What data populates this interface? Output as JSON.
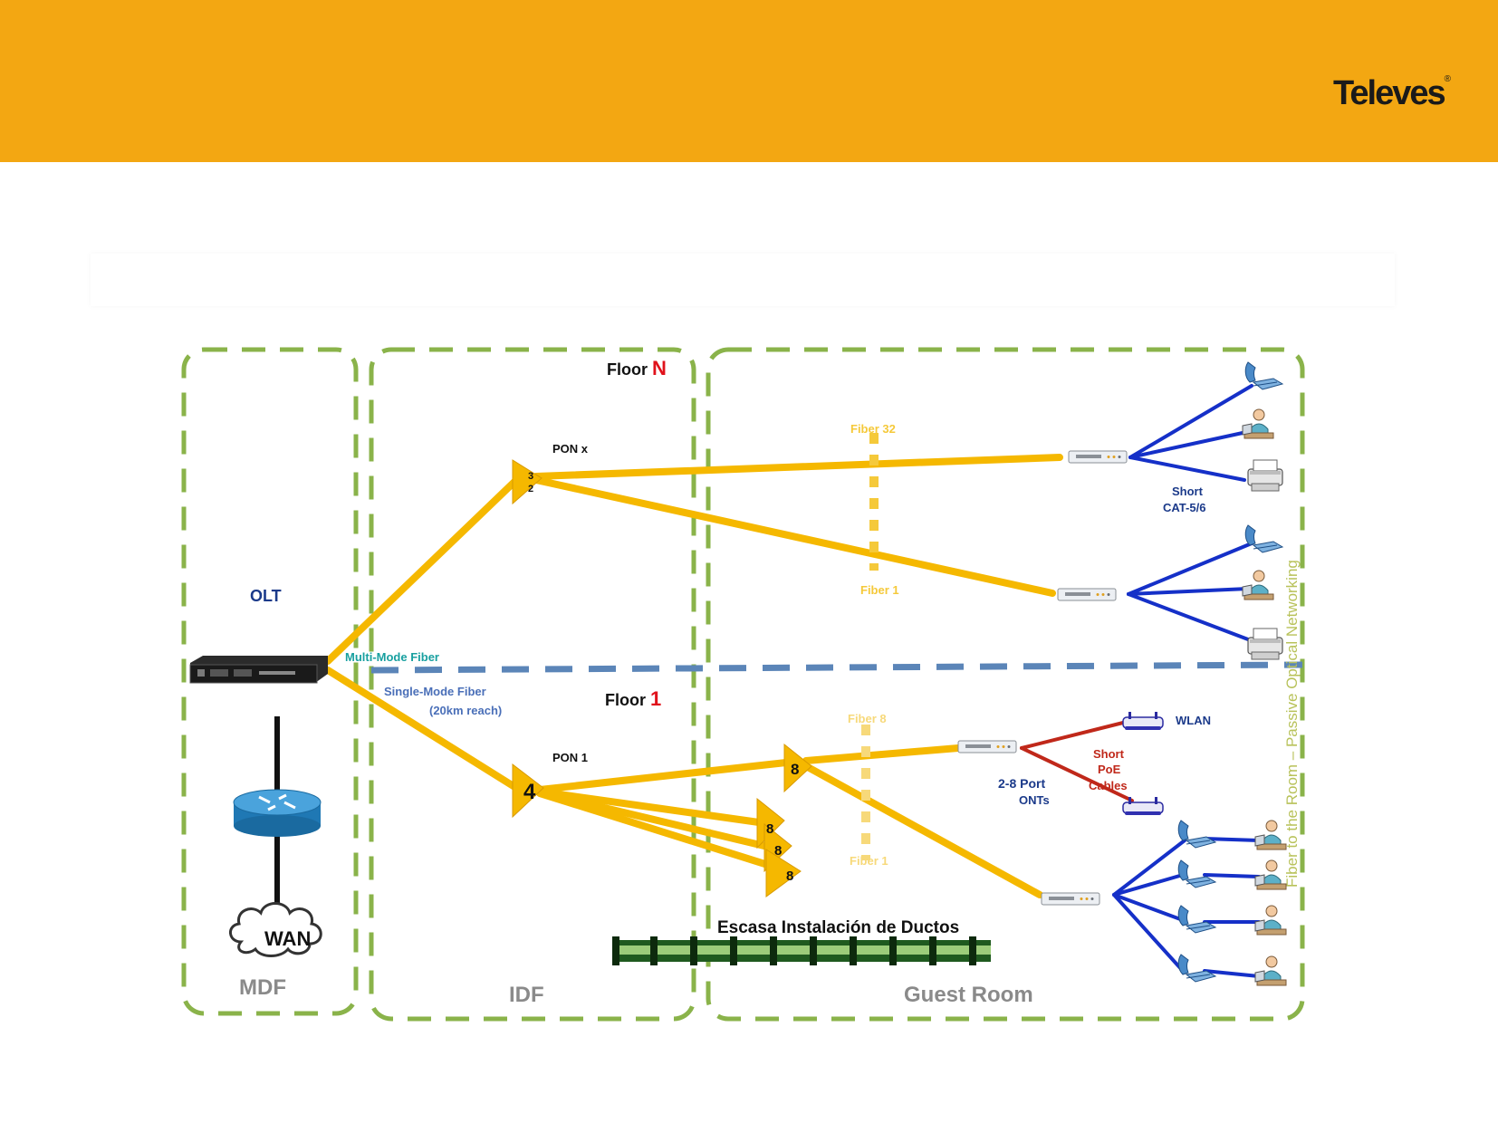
{
  "header": {
    "brand": "Televes",
    "brand_mark": "®",
    "bg_color": "#f3a712"
  },
  "zones": {
    "mdf": "MDF",
    "idf": "IDF",
    "guest": "Guest Room"
  },
  "floors": {
    "floor_n_label": "Floor",
    "floor_n_num": "N",
    "floor_1_label": "Floor",
    "floor_1_num": "1"
  },
  "olt": {
    "label": "OLT"
  },
  "wan": {
    "label": "WAN"
  },
  "fibers": {
    "multi_mode": "Multi-Mode Fiber",
    "single_mode": "Single-Mode Fiber",
    "reach": "(20km reach)"
  },
  "pon": {
    "x": "PON x",
    "one": "PON 1"
  },
  "splitters": {
    "top_a": "3",
    "top_b": "2",
    "main": "4",
    "second": "8",
    "s1": "8",
    "s2": "8",
    "s3": "8"
  },
  "fiber_labels": {
    "f32": "Fiber 32",
    "f1_top": "Fiber 1",
    "f8": "Fiber 8",
    "f1_bottom": "Fiber 1"
  },
  "cat": {
    "line1": "Short",
    "line2": "CAT-5/6"
  },
  "poe": {
    "line1": "Short",
    "line2": "PoE",
    "line3": "Cables"
  },
  "wlan": "WLAN",
  "ont": {
    "line1": "2-8 Port",
    "line2": "ONTs"
  },
  "duct": "Escasa Instalación de Ductos",
  "vertical": "Fiber to the Room – Passive Optical Networking",
  "colors": {
    "fiber": "#f5b800",
    "copper": "#1530c8",
    "poe": "#c0281a",
    "zone_border": "#8ab34a",
    "floor_divider": "#5b85b8",
    "zone_text": "#8a8a8a"
  }
}
